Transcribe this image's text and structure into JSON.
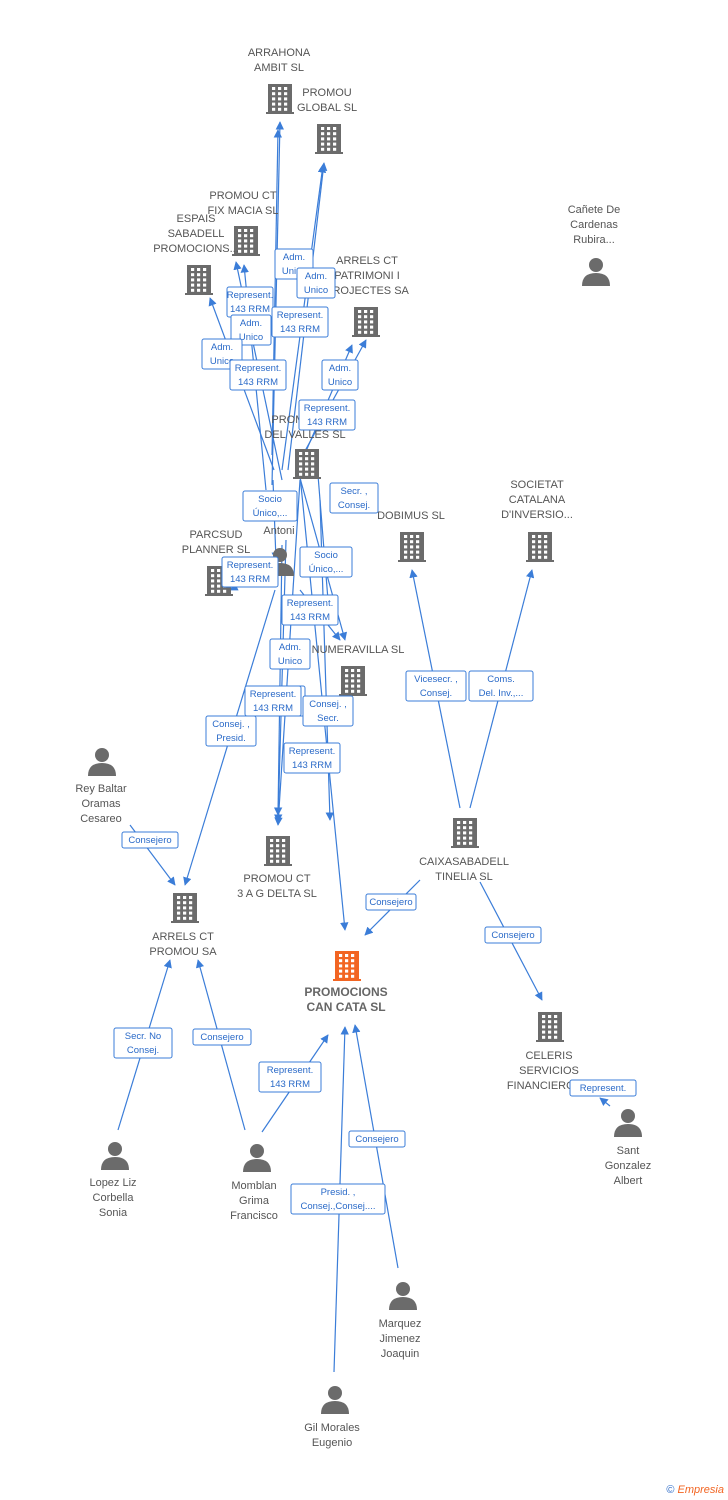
{
  "nodes": [
    {
      "id": "arrahona",
      "type": "company",
      "label": [
        "ARRAHONA",
        "AMBIT  SL"
      ]
    },
    {
      "id": "promou_global",
      "type": "company",
      "label": [
        "PROMOU",
        "GLOBAL  SL"
      ]
    },
    {
      "id": "promou_ct_fix",
      "type": "company",
      "label": [
        "PROMOU CT",
        "FIX MACIA SL"
      ]
    },
    {
      "id": "espais",
      "type": "company",
      "label": [
        "ESPAIS",
        "SABADELL",
        "PROMOCIONS..."
      ]
    },
    {
      "id": "arrels_patrimoni",
      "type": "company",
      "label": [
        "ARRELS CT",
        "PATRIMONI I",
        "PROJECTES SA"
      ]
    },
    {
      "id": "promou_valles",
      "type": "company",
      "label": [
        "PROMOU CT",
        "DEL VALLES SL"
      ]
    },
    {
      "id": "parcsud",
      "type": "company",
      "label": [
        "PARCSUD",
        "PLANNER SL"
      ]
    },
    {
      "id": "antoni",
      "type": "person",
      "label": [
        "...",
        "Antoni"
      ]
    },
    {
      "id": "dobimus",
      "type": "company",
      "label": [
        "DOBIMUS SL"
      ]
    },
    {
      "id": "societat",
      "type": "company",
      "label": [
        "SOCIETAT",
        "CATALANA",
        "D'INVERSIO..."
      ]
    },
    {
      "id": "canete",
      "type": "person",
      "label": [
        "Cañete De",
        "Cardenas",
        "Rubira..."
      ]
    },
    {
      "id": "numeravilla",
      "type": "company",
      "label": [
        "NUMERAVILLA SL"
      ]
    },
    {
      "id": "rey_baltar",
      "type": "person",
      "label": [
        "Rey Baltar",
        "Oramas",
        "Cesareo"
      ]
    },
    {
      "id": "promou_delta",
      "type": "company",
      "label": [
        "PROMOU CT",
        "3 A G DELTA SL"
      ]
    },
    {
      "id": "caixasabadell",
      "type": "company",
      "label": [
        "CAIXASABADELL",
        "TINELIA SL"
      ]
    },
    {
      "id": "arrels_promou",
      "type": "company",
      "label": [
        "ARRELS CT",
        "PROMOU SA"
      ]
    },
    {
      "id": "promocions",
      "type": "main",
      "label": [
        "PROMOCIONS",
        "CAN CATA SL"
      ]
    },
    {
      "id": "celeris",
      "type": "company",
      "label": [
        "CELERIS",
        "SERVICIOS",
        "FINANCIEROS..."
      ]
    },
    {
      "id": "sant",
      "type": "person",
      "label": [
        "Sant",
        "Gonzalez",
        "Albert"
      ]
    },
    {
      "id": "lopez",
      "type": "person",
      "label": [
        "Lopez Liz",
        "Corbella",
        "Sonia"
      ]
    },
    {
      "id": "momblan",
      "type": "person",
      "label": [
        "Momblan",
        "Grima",
        "Francisco"
      ]
    },
    {
      "id": "marquez",
      "type": "person",
      "label": [
        "Marquez",
        "Jimenez",
        "Joaquin"
      ]
    },
    {
      "id": "gil",
      "type": "person",
      "label": [
        "Gil Morales",
        "Eugenio"
      ]
    }
  ],
  "edges": [
    {
      "label": [
        "Adm.",
        "Unico"
      ]
    },
    {
      "label": [
        "Adm.",
        "Unico"
      ]
    },
    {
      "label": [
        "Represent.",
        "143 RRM"
      ]
    },
    {
      "label": [
        "Adm.",
        "Unico"
      ]
    },
    {
      "label": [
        "Represent.",
        "143 RRM"
      ]
    },
    {
      "label": [
        "Adm.",
        "Unico"
      ]
    },
    {
      "label": [
        "Represent.",
        "143 RRM"
      ]
    },
    {
      "label": [
        "Adm.",
        "Unico"
      ]
    },
    {
      "label": [
        "Represent.",
        "143 RRM"
      ]
    },
    {
      "label": [
        "Socio",
        "Único,..."
      ]
    },
    {
      "label": [
        "Secr. ,",
        "Consej."
      ]
    },
    {
      "label": [
        "Represent.",
        "143 RRM"
      ]
    },
    {
      "label": [
        "Socio",
        "Único,..."
      ]
    },
    {
      "label": [
        "Represent.",
        "143 RRM"
      ]
    },
    {
      "label": [
        "Adm.",
        "Unico"
      ]
    },
    {
      "label": [
        "Represent.",
        "143 RRM"
      ]
    },
    {
      "label": [
        "Consej. ,",
        "Secr."
      ]
    },
    {
      "label": [
        "Consej. ,",
        "Presid."
      ]
    },
    {
      "label": [
        "Represent.",
        "143 RRM"
      ]
    },
    {
      "label": [
        "Represent.",
        "143 RRM"
      ]
    },
    {
      "label": [
        "Vicesecr. ,",
        "Consej."
      ]
    },
    {
      "label": [
        "Coms.",
        "Del. Inv.,..."
      ]
    },
    {
      "label": [
        "Consejero"
      ]
    },
    {
      "label": [
        "Consejero"
      ]
    },
    {
      "label": [
        "Consejero"
      ]
    },
    {
      "label": [
        "Secr.  No",
        "Consej."
      ]
    },
    {
      "label": [
        "Consejero"
      ]
    },
    {
      "label": [
        "Represent.",
        "143 RRM"
      ]
    },
    {
      "label": [
        "Consejero"
      ]
    },
    {
      "label": [
        "Presid. ,",
        "Consej.,Consej...."
      ]
    },
    {
      "label": [
        "Represent."
      ]
    }
  ],
  "copyright": {
    "symbol": "©",
    "brand": "Empresia"
  }
}
